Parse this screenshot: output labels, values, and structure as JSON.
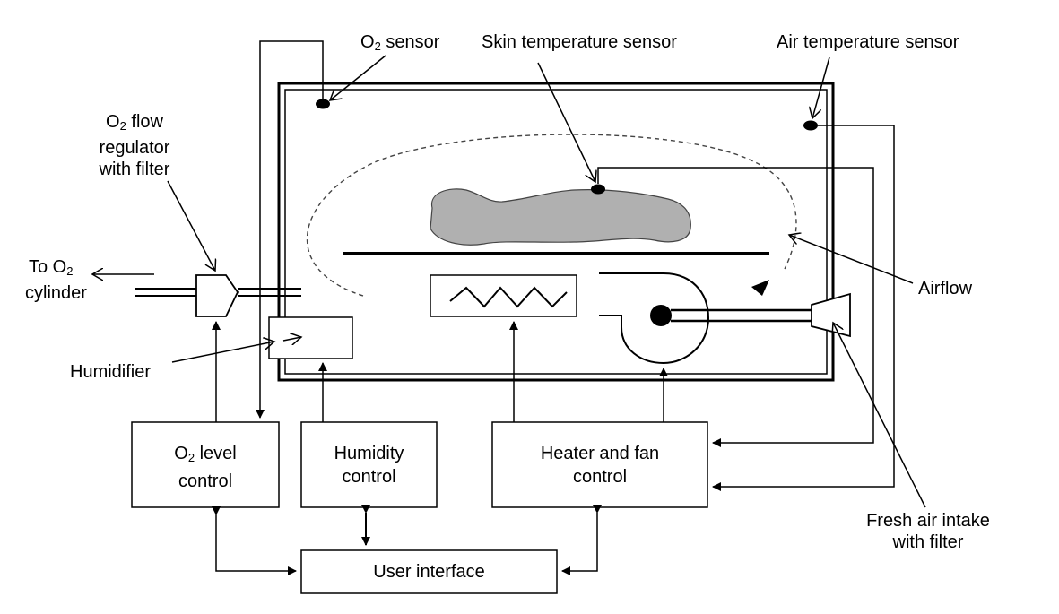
{
  "labels": {
    "o2_sensor": {
      "prefix": "O",
      "sub": "2",
      "rest": " sensor"
    },
    "skin_temp_sensor": "Skin temperature sensor",
    "air_temp_sensor": "Air temperature sensor",
    "o2_flow_regulator": {
      "prefix": "O",
      "sub": "2",
      "line1_rest": " flow",
      "line2": "regulator",
      "line3": "with filter"
    },
    "to_o2_cylinder": {
      "line1_prefix": "To O",
      "line1_sub": "2",
      "line2": "cylinder"
    },
    "humidifier": "Humidifier",
    "airflow": "Airflow",
    "fresh_air_intake": {
      "line1": "Fresh air intake",
      "line2": "with filter"
    }
  },
  "boxes": {
    "o2_level_control": {
      "prefix": "O",
      "sub": "2",
      "line1_rest": " level",
      "line2": "control"
    },
    "humidity_control": {
      "line1": "Humidity",
      "line2": "control"
    },
    "heater_fan_control": {
      "line1": "Heater and fan",
      "line2": "control"
    },
    "user_interface": "User interface"
  }
}
